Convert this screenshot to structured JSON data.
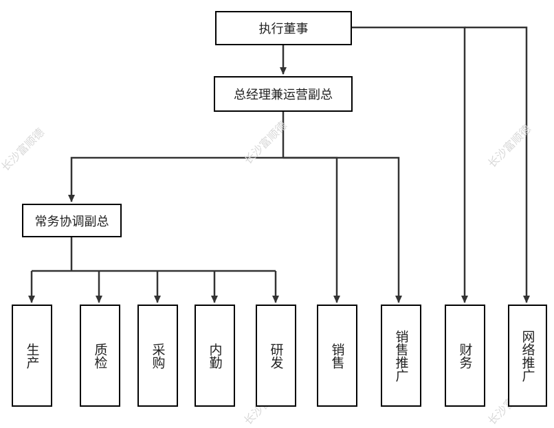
{
  "watermark": "长沙富顺德",
  "nodes": {
    "ceo": "执行董事",
    "gm": "总经理兼运营副总",
    "deputy": "常务协调副总",
    "production": "生产",
    "quality": "质检",
    "purchasing": "采购",
    "logistics": "内勤",
    "rnd": "研发",
    "sales": "销售",
    "sales_promo": "销售推广",
    "finance": "财务",
    "online_promo": "网络推广"
  },
  "colors": {
    "line": "#333333",
    "border": "#000000",
    "watermark": "#d8d8d8"
  }
}
